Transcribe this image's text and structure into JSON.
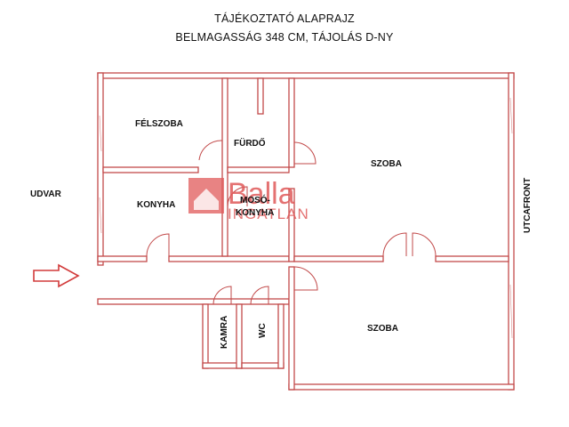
{
  "header": {
    "title": "TÁJÉKOZTATÓ ALAPRAJZ",
    "subtitle": "BELMAGASSÁG 348 CM, TÁJOLÁS D-NY"
  },
  "rooms": {
    "felszoba": "FÉLSZOBA",
    "furdo": "FÜRDŐ",
    "szoba_top": "SZOBA",
    "konyha": "KONYHA",
    "moso_1": "MOSÓ-",
    "moso_2": "KONYHA",
    "szoba_bottom": "SZOBA",
    "kamra": "KAMRA",
    "wc": "WC"
  },
  "outside": {
    "udvar": "UDVAR",
    "utcafront": "UTCAFRONT"
  },
  "watermark": {
    "brand": "Balla",
    "sub": "INGATLAN"
  },
  "colors": {
    "wall": "#c24a4a",
    "arrow": "#d23a3a",
    "watermark": "#e05a5a"
  }
}
